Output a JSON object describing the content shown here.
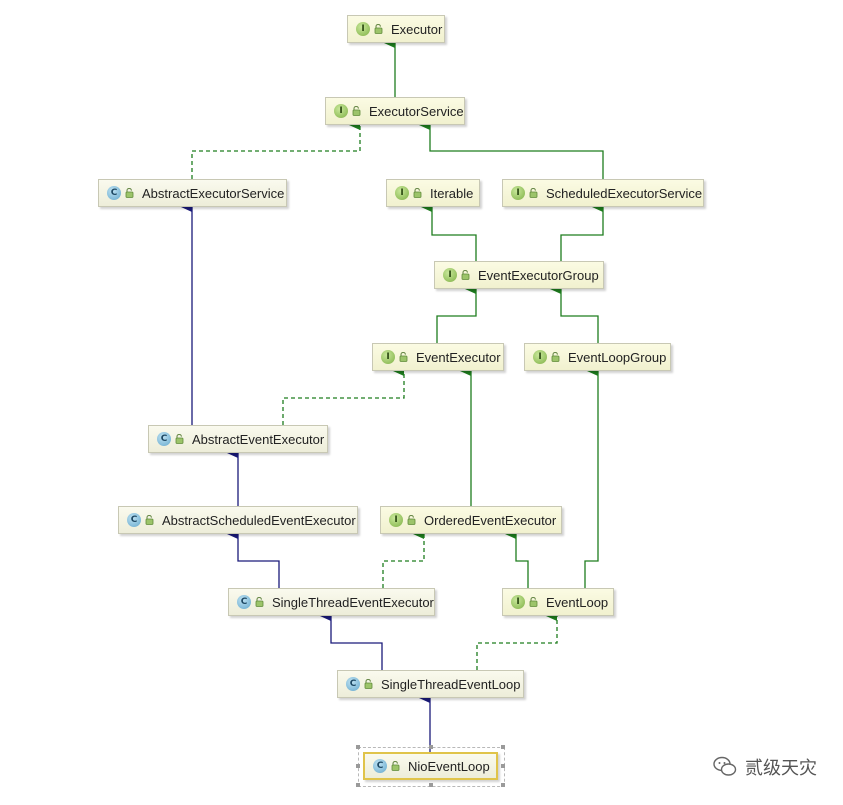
{
  "nodes": [
    {
      "id": "executor",
      "label": "Executor",
      "kind": "interface"
    },
    {
      "id": "executor-service",
      "label": "ExecutorService",
      "kind": "interface"
    },
    {
      "id": "abstract-executor-service",
      "label": "AbstractExecutorService",
      "kind": "class"
    },
    {
      "id": "iterable",
      "label": "Iterable",
      "kind": "interface"
    },
    {
      "id": "scheduled-executor-service",
      "label": "ScheduledExecutorService",
      "kind": "interface"
    },
    {
      "id": "event-executor-group",
      "label": "EventExecutorGroup",
      "kind": "interface"
    },
    {
      "id": "event-executor",
      "label": "EventExecutor",
      "kind": "interface"
    },
    {
      "id": "event-loop-group",
      "label": "EventLoopGroup",
      "kind": "interface"
    },
    {
      "id": "abstract-event-executor",
      "label": "AbstractEventExecutor",
      "kind": "class"
    },
    {
      "id": "abstract-scheduled-event-executor",
      "label": "AbstractScheduledEventExecutor",
      "kind": "class"
    },
    {
      "id": "ordered-event-executor",
      "label": "OrderedEventExecutor",
      "kind": "interface"
    },
    {
      "id": "single-thread-event-executor",
      "label": "SingleThreadEventExecutor",
      "kind": "class"
    },
    {
      "id": "event-loop",
      "label": "EventLoop",
      "kind": "interface"
    },
    {
      "id": "single-thread-event-loop",
      "label": "SingleThreadEventLoop",
      "kind": "class"
    },
    {
      "id": "nio-event-loop",
      "label": "NioEventLoop",
      "kind": "class",
      "selected": true
    }
  ],
  "edges": [
    {
      "from": "executor-service",
      "to": "executor",
      "type": "extends-interface"
    },
    {
      "from": "abstract-executor-service",
      "to": "executor-service",
      "type": "implements"
    },
    {
      "from": "scheduled-executor-service",
      "to": "executor-service",
      "type": "extends-interface"
    },
    {
      "from": "event-executor-group",
      "to": "iterable",
      "type": "extends-interface"
    },
    {
      "from": "event-executor-group",
      "to": "scheduled-executor-service",
      "type": "extends-interface"
    },
    {
      "from": "event-executor",
      "to": "event-executor-group",
      "type": "extends-interface"
    },
    {
      "from": "event-loop-group",
      "to": "event-executor-group",
      "type": "extends-interface"
    },
    {
      "from": "abstract-event-executor",
      "to": "abstract-executor-service",
      "type": "extends-class"
    },
    {
      "from": "abstract-event-executor",
      "to": "event-executor",
      "type": "implements"
    },
    {
      "from": "abstract-scheduled-event-executor",
      "to": "abstract-event-executor",
      "type": "extends-class"
    },
    {
      "from": "ordered-event-executor",
      "to": "event-executor",
      "type": "extends-interface"
    },
    {
      "from": "single-thread-event-executor",
      "to": "abstract-scheduled-event-executor",
      "type": "extends-class"
    },
    {
      "from": "single-thread-event-executor",
      "to": "ordered-event-executor",
      "type": "implements"
    },
    {
      "from": "event-loop",
      "to": "ordered-event-executor",
      "type": "extends-interface"
    },
    {
      "from": "event-loop",
      "to": "event-loop-group",
      "type": "extends-interface"
    },
    {
      "from": "single-thread-event-loop",
      "to": "single-thread-event-executor",
      "type": "extends-class"
    },
    {
      "from": "single-thread-event-loop",
      "to": "event-loop",
      "type": "implements"
    },
    {
      "from": "nio-event-loop",
      "to": "single-thread-event-loop",
      "type": "extends-class"
    }
  ],
  "badges": {
    "interface": "I",
    "class": "C"
  },
  "colors": {
    "extends_interface": "#1e7d1e",
    "implements": "#1e7d1e",
    "extends_class": "#1a1a7a",
    "node_border": "#c8c8b4",
    "selected_border": "#e0c44a"
  },
  "watermark": {
    "text": "贰级天灾",
    "icon": "wechat-icon"
  }
}
